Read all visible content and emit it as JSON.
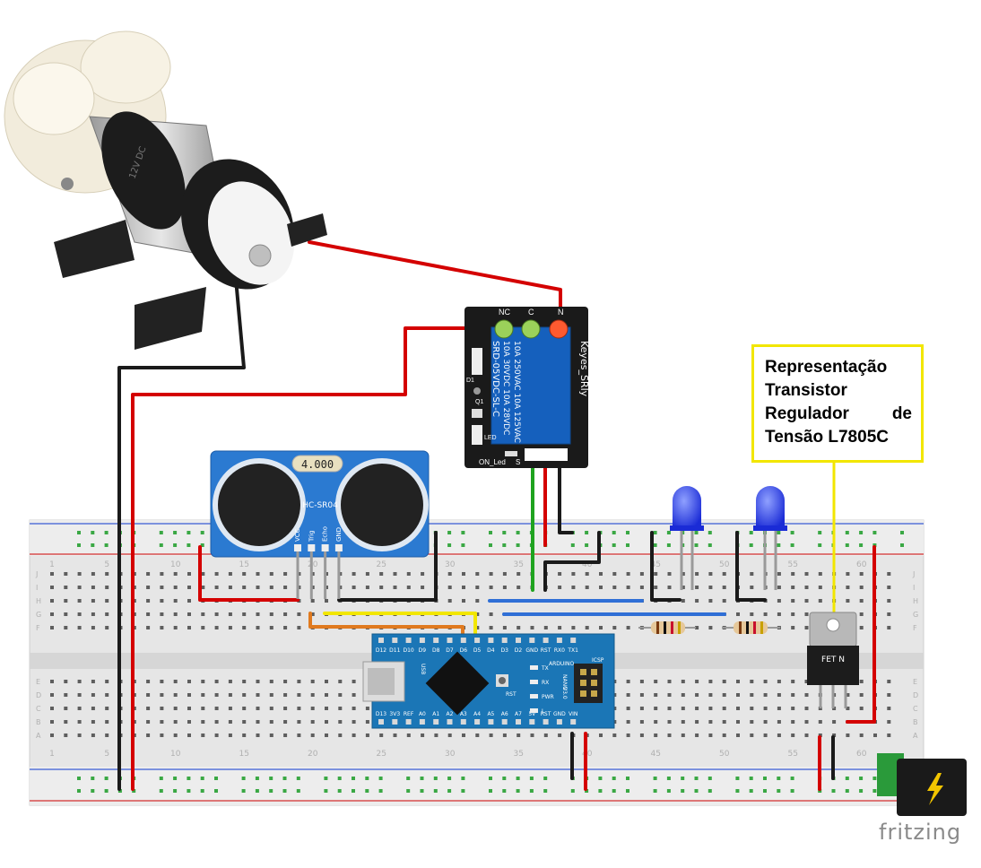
{
  "note": {
    "lines": [
      "Representação",
      "Transistor",
      "Regulador",
      "de",
      "Tensão L7805C"
    ]
  },
  "relay": {
    "terminals": [
      "NC",
      "C",
      "N"
    ],
    "model": "SRD-05VDC-SL-C",
    "ratings": [
      "10A 250VAC 10A 125VAC",
      "10A 30VDC 10A 28VDC"
    ],
    "brand": "Keyes_SRly",
    "bottom_label": "ON_Led",
    "bottom_label_s": "S",
    "parts": [
      "D1",
      "Q1",
      "LED"
    ]
  },
  "sensor": {
    "display": "4.000",
    "model": "HC-SR04",
    "pins": [
      "VCC",
      "Trig",
      "Echo",
      "GND"
    ]
  },
  "arduino": {
    "top_pins": [
      "D12",
      "D11",
      "D10",
      "D9",
      "D8",
      "D7",
      "D6",
      "D5",
      "D4",
      "D3",
      "D2",
      "GND",
      "RST",
      "RX0",
      "TX1"
    ],
    "bottom_pins": [
      "D13",
      "3V3",
      "REF",
      "A0",
      "A1",
      "A2",
      "A3",
      "A4",
      "A5",
      "A6",
      "A7",
      "5V",
      "RST",
      "GND",
      "VIN"
    ],
    "labels": [
      "ARDUINO",
      "NANO",
      "V3.0",
      "ICSP",
      "RST",
      "TX",
      "RX",
      "PWR",
      "L",
      "USB"
    ]
  },
  "transistor": {
    "label": "FET N"
  },
  "breadboard": {
    "col_numbers": [
      "1",
      "5",
      "10",
      "15",
      "20",
      "25",
      "30",
      "35",
      "40",
      "45",
      "50",
      "55",
      "60"
    ],
    "row_letters_top": [
      "J",
      "I",
      "H",
      "G",
      "F"
    ],
    "row_letters_bottom": [
      "E",
      "D",
      "C",
      "B",
      "A"
    ]
  },
  "pump": {
    "label": "12V DC"
  },
  "brand": "fritzing",
  "colors": {
    "red": "#d40000",
    "black": "#1a1a1a",
    "green": "#1fa31f",
    "yellow": "#f2e600",
    "orange": "#e07a1f",
    "blue_wire": "#2f6fd6",
    "arduino": "#1b76b6",
    "relay": "#1560bd",
    "sensor": "#2b7ad1",
    "led": "#1a2bd6",
    "breadboard": "#e8e8e8",
    "hole_green": "#3aa844"
  }
}
